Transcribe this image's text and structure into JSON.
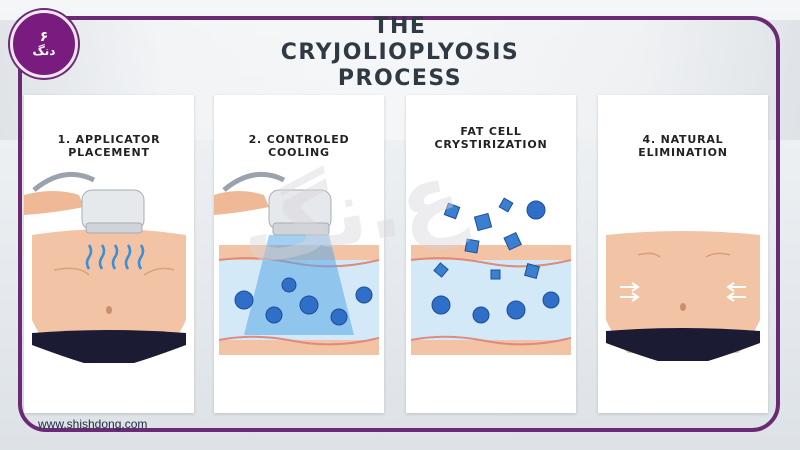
{
  "logo": {
    "number": "۶",
    "word": "دنگ"
  },
  "title": {
    "line1": "THE",
    "line2": "CRYJOLIOPLYOSIS",
    "line3": "PROCESS"
  },
  "steps": [
    {
      "line1": "1. APPLICATOR",
      "line2": "PLACEMENT"
    },
    {
      "line1": "2. CONTROLED",
      "line2": "COOLING"
    },
    {
      "line1": "FAT CELL",
      "line2": "CRYSTIRIZATION"
    },
    {
      "line1": "4. NATURAL",
      "line2": "ELIMINATION"
    }
  ],
  "footer": {
    "url": "www.shishdong.com"
  },
  "watermark": "ع.نگ",
  "colors": {
    "frame": "#6a2a74",
    "badge": "#7a1c7f",
    "skin": "#f2c3a5",
    "cold": "#3a8fd6",
    "ice": "#5aa8e8",
    "underwear": "#1b1b33"
  }
}
